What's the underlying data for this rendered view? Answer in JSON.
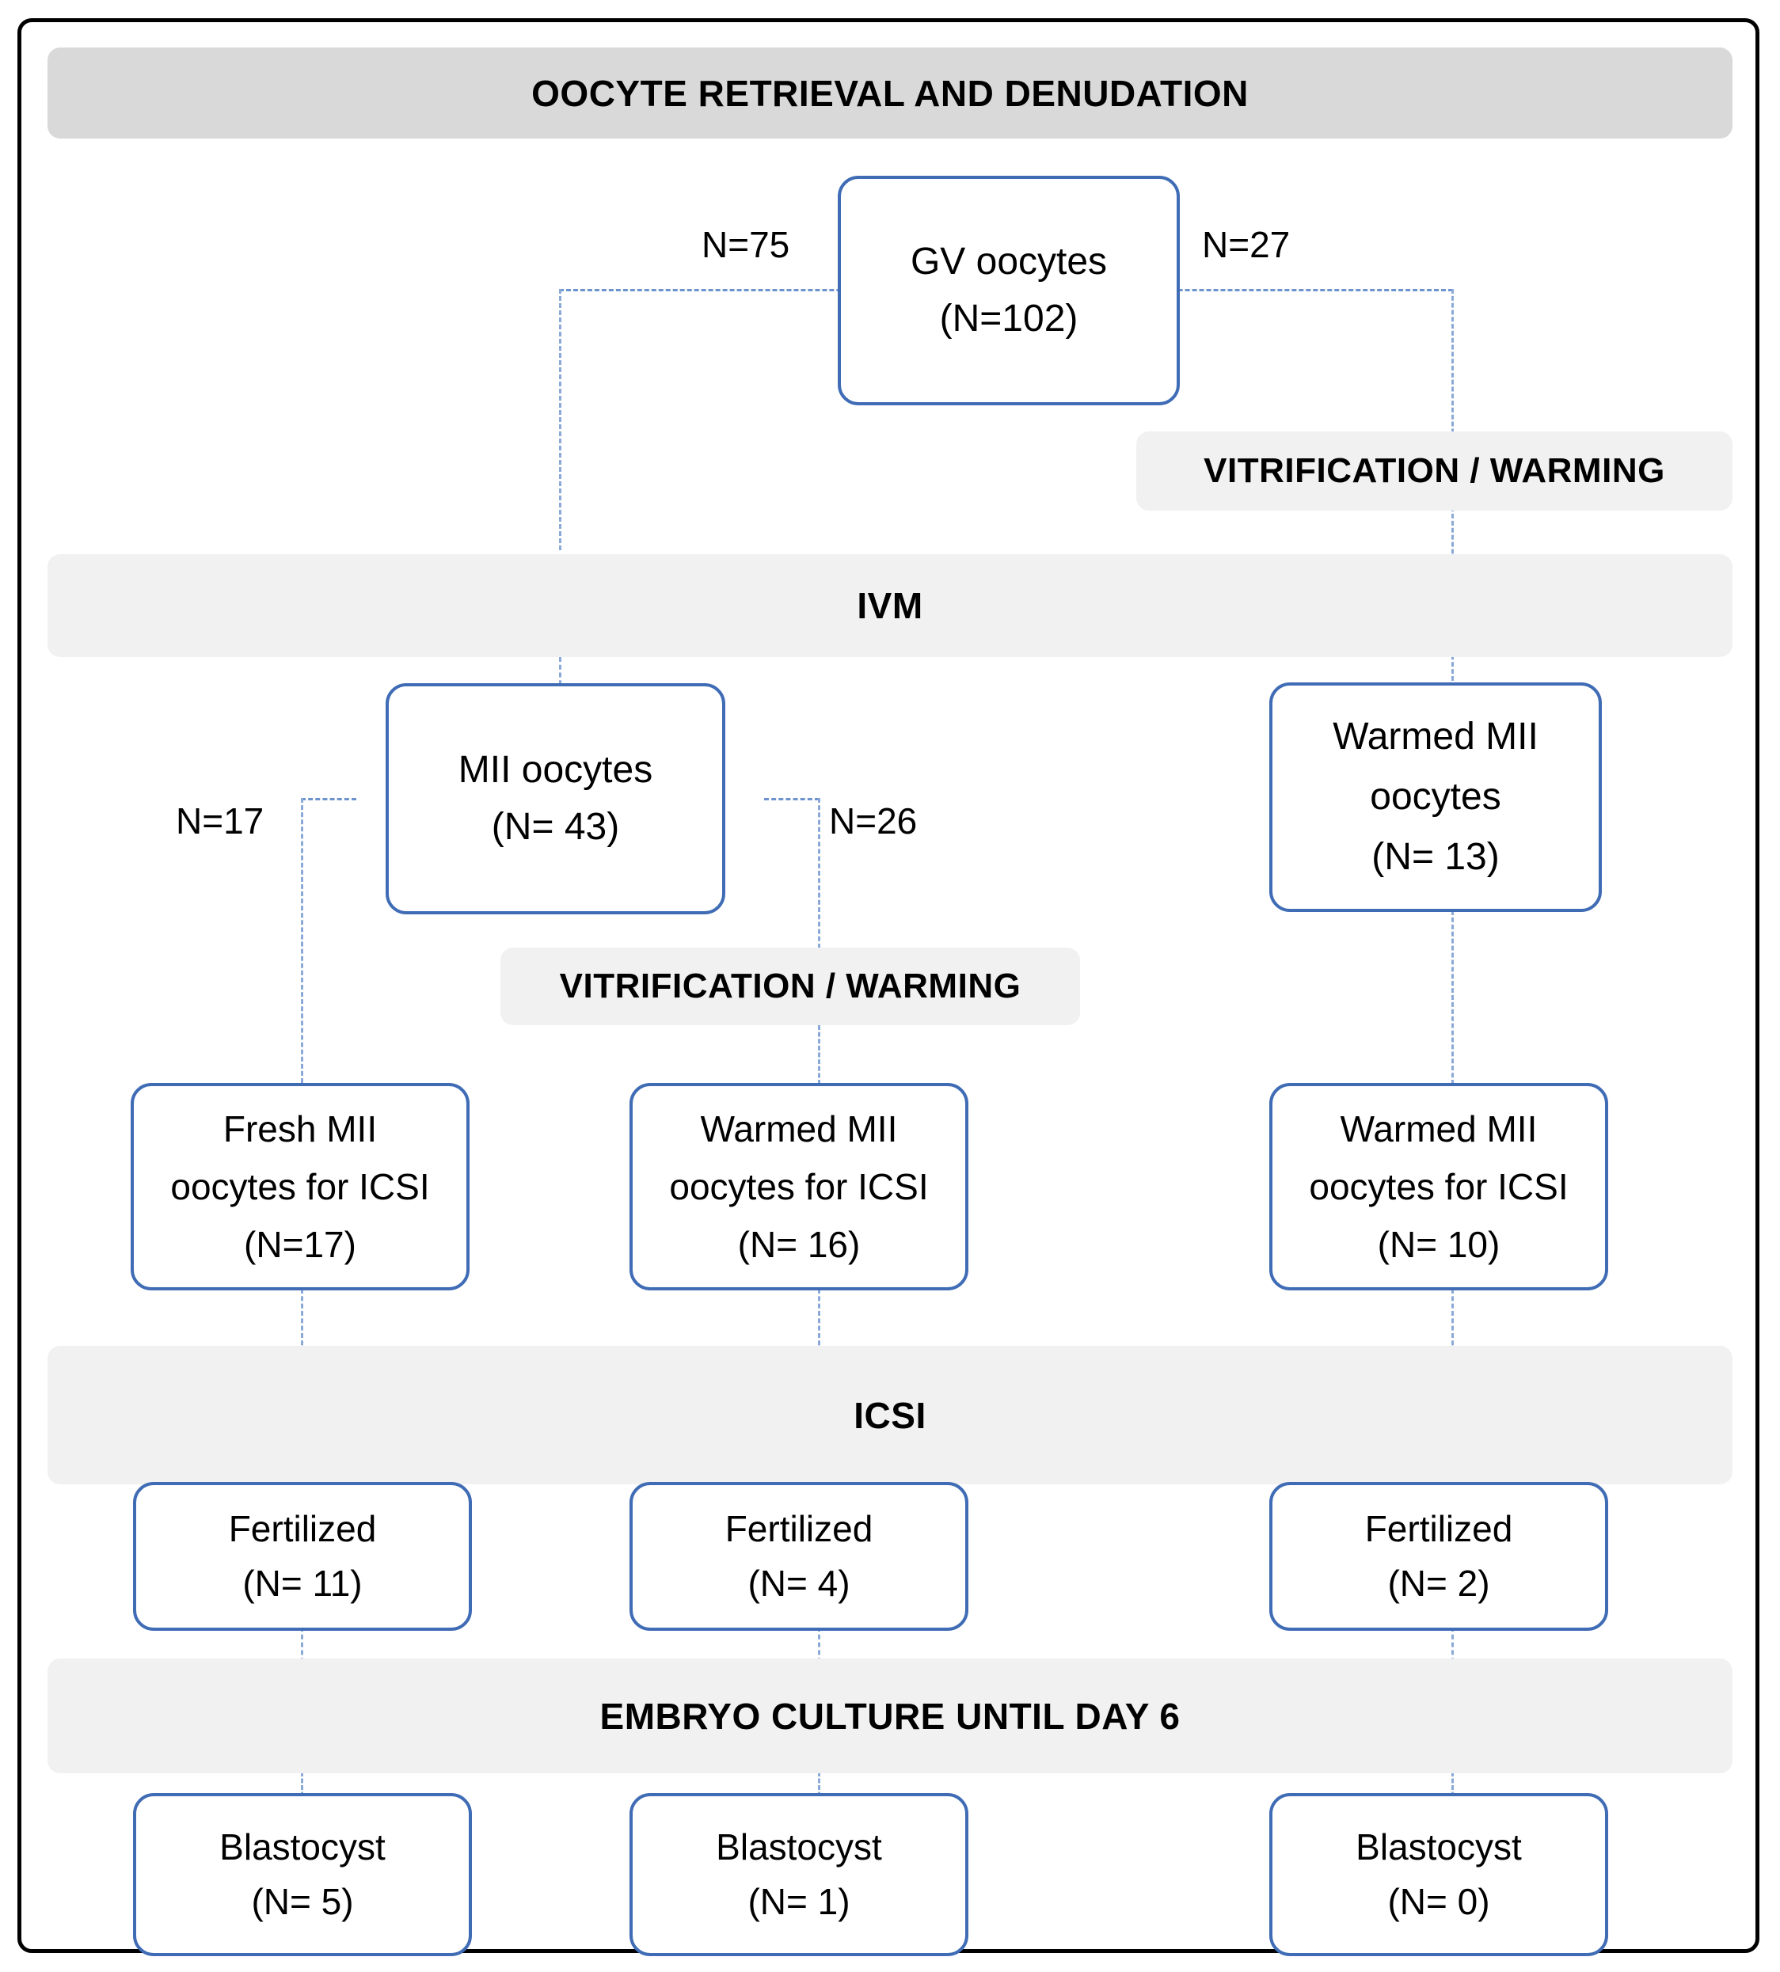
{
  "diagram": {
    "title": "Oocyte IVM / vitrification / ICSI flowchart",
    "colors": {
      "box_border": "#3f6cb5",
      "band_dark": "#d9d9d9",
      "band_light": "#f1f1f1",
      "connector": "#8aa9d8",
      "frame": "#000000"
    }
  },
  "bands": {
    "retrieval": "OOCYTE RETRIEVAL AND DENUDATION",
    "vitrification_right": "VITRIFICATION  /  WARMING",
    "ivm": "IVM",
    "vitrification_mid": "VITRIFICATION  /  WARMING",
    "icsi": "ICSI",
    "embryo_culture": "EMBRYO CULTURE UNTIL DAY 6"
  },
  "nodes": {
    "gv": {
      "line1": "GV oocytes",
      "line2": "(N=102)"
    },
    "mii": {
      "line1": "MII oocytes",
      "line2": "(N= 43)"
    },
    "warmed_mii": {
      "line1": "Warmed MII",
      "line2": "oocytes",
      "line3": "(N= 13)"
    },
    "fresh_mii_icsi": {
      "line1": "Fresh MII",
      "line2": "oocytes for ICSI",
      "line3": "(N=17)"
    },
    "warmed_mii_icsi_mid": {
      "line1": "Warmed MII",
      "line2": "oocytes for ICSI",
      "line3": "(N= 16)"
    },
    "warmed_mii_icsi_right": {
      "line1": "Warmed MII",
      "line2": "oocytes for ICSI",
      "line3": "(N= 10)"
    },
    "fertilized_left": {
      "line1": "Fertilized",
      "line2": "(N= 11)"
    },
    "fertilized_mid": {
      "line1": "Fertilized",
      "line2": "(N= 4)"
    },
    "fertilized_right": {
      "line1": "Fertilized",
      "line2": "(N= 2)"
    },
    "blastocyst_left": {
      "line1": "Blastocyst",
      "line2": "(N= 5)"
    },
    "blastocyst_mid": {
      "line1": "Blastocyst",
      "line2": "(N= 1)"
    },
    "blastocyst_right": {
      "line1": "Blastocyst",
      "line2": "(N= 0)"
    }
  },
  "edge_labels": {
    "gv_left": "N=75",
    "gv_right": "N=27",
    "mii_left": "N=17",
    "mii_right": "N=26"
  },
  "chart_data": {
    "type": "flowchart",
    "title": "Oocyte retrieval to blastocyst flow",
    "stages": [
      "OOCYTE RETRIEVAL AND DENUDATION",
      "VITRIFICATION / WARMING",
      "IVM",
      "VITRIFICATION / WARMING",
      "ICSI",
      "EMBRYO CULTURE UNTIL DAY 6"
    ],
    "counts": {
      "GV oocytes": 102,
      "GV to IVM (N=75)": 75,
      "GV to vitrification (N=27)": 27,
      "MII oocytes after IVM": 43,
      "MII fresh branch (N=17)": 17,
      "MII vitrified branch (N=26)": 26,
      "Warmed MII oocytes (from GV vitrification)": 13,
      "Fresh MII oocytes for ICSI": 17,
      "Warmed MII oocytes for ICSI (mid)": 16,
      "Warmed MII oocytes for ICSI (right)": 10,
      "Fertilized left": 11,
      "Fertilized mid": 4,
      "Fertilized right": 2,
      "Blastocyst left": 5,
      "Blastocyst mid": 1,
      "Blastocyst right": 0
    }
  }
}
